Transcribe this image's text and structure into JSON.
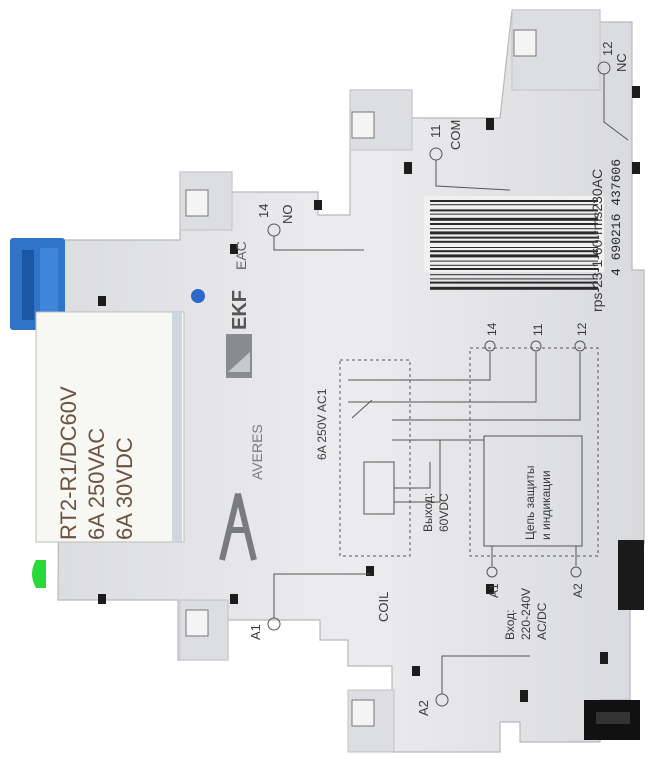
{
  "terminals": {
    "nc_num": "12",
    "nc": "NC",
    "com_num": "11",
    "com": "COM",
    "no_num": "14",
    "no": "NO",
    "a1": "A1",
    "coil": "COIL",
    "a2": "A2"
  },
  "barcode_number": "4 690216 437606",
  "model_code": "rps-23-1-60-rms230AC",
  "brand": {
    "ekf": "EKF",
    "eac": "EAC",
    "averes": "AVERES"
  },
  "relay_label": {
    "line1": "RT2-R1/DC60V",
    "line2": "6A  250VAC",
    "line3": "6A  30VDC"
  },
  "schematic": {
    "contact_rating": "6A 250V AC1",
    "out_label_1": "Выход:",
    "out_label_2": "60VDC",
    "block_label_1": "Цепь защиты",
    "block_label_2": "и индикации",
    "in_label_1": "Вход:",
    "in_label_2": "220-240V",
    "in_label_3": "AC/DC",
    "pin14": "14",
    "pin11": "11",
    "pin12": "12",
    "pinA1": "A1",
    "pinA2": "A2"
  },
  "colors": {
    "housing": "#e8e9eb",
    "relay_window": "#f7f7f4",
    "clip_blue": "#2f74c8",
    "led_blue": "#2d68c9",
    "led_green": "#29d93a"
  }
}
